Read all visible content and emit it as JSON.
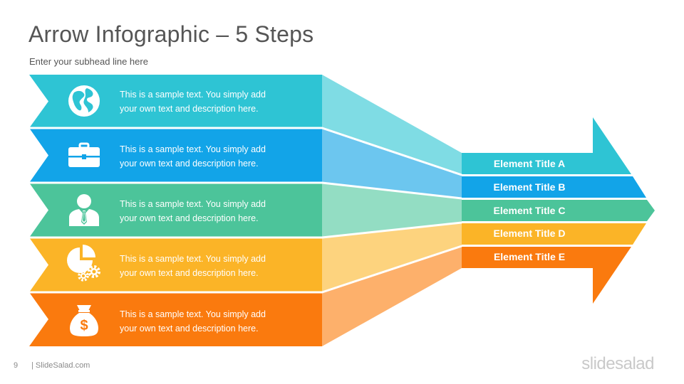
{
  "title": "Arrow Infographic – 5 Steps",
  "subhead": "Enter your subhead  line here",
  "steps": [
    {
      "text_line1": "This is a sample text. You simply add",
      "text_line2": "your own text and description  here.",
      "icon": "globe-icon",
      "label": "Element Title A",
      "color": "#2EC4D4",
      "light": "#7FDCE4"
    },
    {
      "text_line1": "This is a sample text. You simply add",
      "text_line2": "your own text and description  here.",
      "icon": "briefcase-icon",
      "label": "Element Title B",
      "color": "#12A4E8",
      "light": "#6CC6EF"
    },
    {
      "text_line1": "This is a sample text. You simply add",
      "text_line2": "your own text and description  here.",
      "icon": "businessman-icon",
      "label": "Element Title C",
      "color": "#4CC49A",
      "light": "#93DDC3"
    },
    {
      "text_line1": "This is a sample text. You simply add",
      "text_line2": "your own text and description  here.",
      "icon": "pie-chart-gears-icon",
      "label": "Element Title D",
      "color": "#FBB427",
      "light": "#FDD37E"
    },
    {
      "text_line1": "This is a sample text. You simply add",
      "text_line2": "your own text and description  here.",
      "icon": "money-bag-icon",
      "label": "Element Title E",
      "color": "#FA7A0E",
      "light": "#FDB06B"
    }
  ],
  "footer": {
    "page_number": "9",
    "site": "| SlideSalad.com"
  },
  "brand": {
    "part1": "slide",
    "part2": "salad"
  }
}
